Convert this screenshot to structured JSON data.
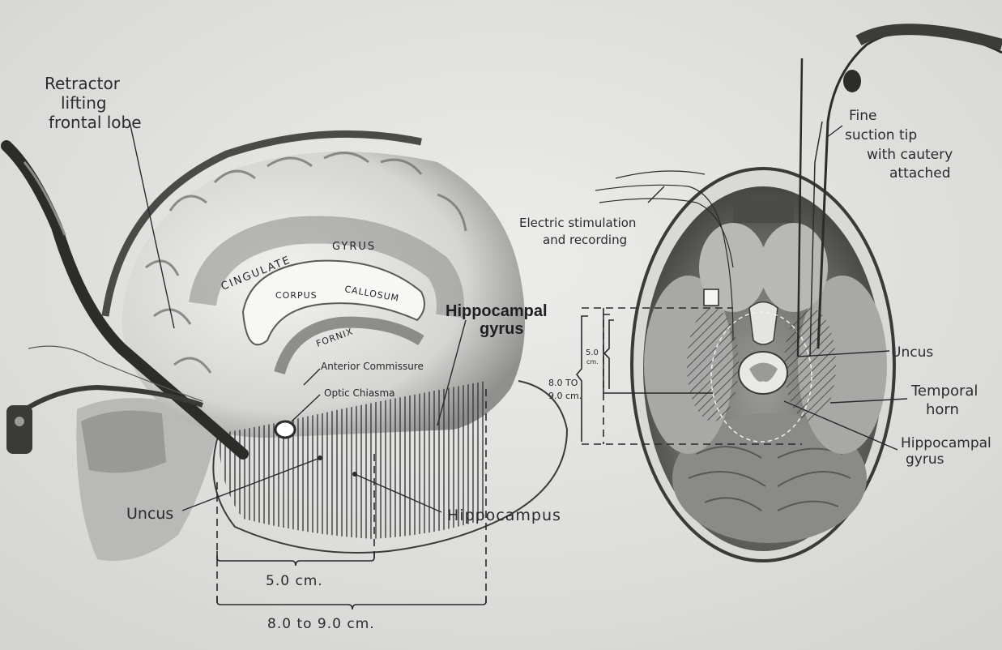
{
  "left_figure": {
    "labels": {
      "retractor": [
        "Retractor",
        "lifting",
        "frontal lobe"
      ],
      "cingulate": "CINGULATE",
      "gyrus": "GYRUS",
      "corpus": "CORPUS",
      "callosum": "CALLOSUM",
      "fornix": "FORNIX",
      "anterior_commissure": "Anterior Commissure",
      "optic_chiasma": "Optic Chiasma",
      "hippocampal_gyrus": [
        "Hippocampal",
        "gyrus"
      ],
      "uncus": "Uncus",
      "hippocampus": "Hippocampus"
    },
    "measurements": {
      "short": "5.0 cm.",
      "long": "8.0 to 9.0 cm."
    }
  },
  "right_figure": {
    "labels": {
      "suction_tip": [
        "Fine",
        "suction tip",
        "with cautery",
        "attached"
      ],
      "stimulation": [
        "Electric stimulation",
        "and recording"
      ],
      "uncus": "Uncus",
      "temporal_horn": [
        "Temporal",
        "horn"
      ],
      "hippocampal_gyrus": [
        "Hippocampal",
        "gyrus"
      ]
    },
    "measurements": {
      "short": [
        "5.0",
        "cm."
      ],
      "long": [
        "8.0 TO",
        "9.0 cm."
      ]
    }
  }
}
